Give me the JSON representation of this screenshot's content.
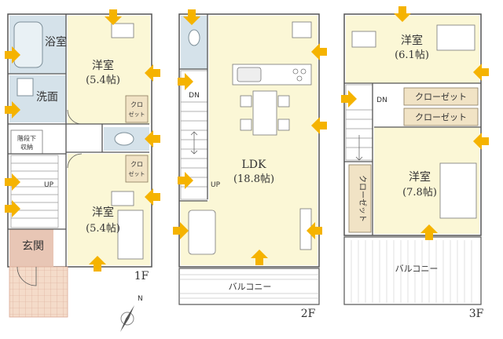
{
  "floors": {
    "f1": {
      "label": "1F",
      "rooms": {
        "bath": "浴室",
        "bedroom_top_name": "洋室",
        "bedroom_top_size": "(5.4帖)",
        "washroom": "洗面",
        "closet_a_1": "クロ",
        "closet_a_2": "ゼット",
        "under_stairs_1": "階段下",
        "under_stairs_2": "収納",
        "up": "UP",
        "closet_b_1": "クロ",
        "closet_b_2": "ゼット",
        "bedroom_bottom_name": "洋室",
        "bedroom_bottom_size": "(5.4帖)",
        "entrance": "玄関"
      }
    },
    "f2": {
      "label": "2F",
      "rooms": {
        "dn": "DN",
        "up": "UP",
        "ldk_name": "LDK",
        "ldk_size": "(18.8帖)",
        "balcony": "バルコニー"
      }
    },
    "f3": {
      "label": "3F",
      "rooms": {
        "bedroom_top_name": "洋室",
        "bedroom_top_size": "(6.1帖)",
        "dn": "DN",
        "closet_1": "クローゼット",
        "closet_2": "クローゼット",
        "closet_vertical": "クローゼット",
        "bedroom_bottom_name": "洋室",
        "bedroom_bottom_size": "(7.8帖)",
        "balcony": "バルコニー"
      }
    }
  },
  "compass": {
    "label": "N"
  },
  "colors": {
    "floor_fill": "#fbf7d6",
    "wet_fill": "#d5e2ea",
    "closet_fill": "#f1e3c5",
    "wall": "#555555",
    "arrow": "#f5b300",
    "entrance_tile": "#e8c6b5"
  }
}
